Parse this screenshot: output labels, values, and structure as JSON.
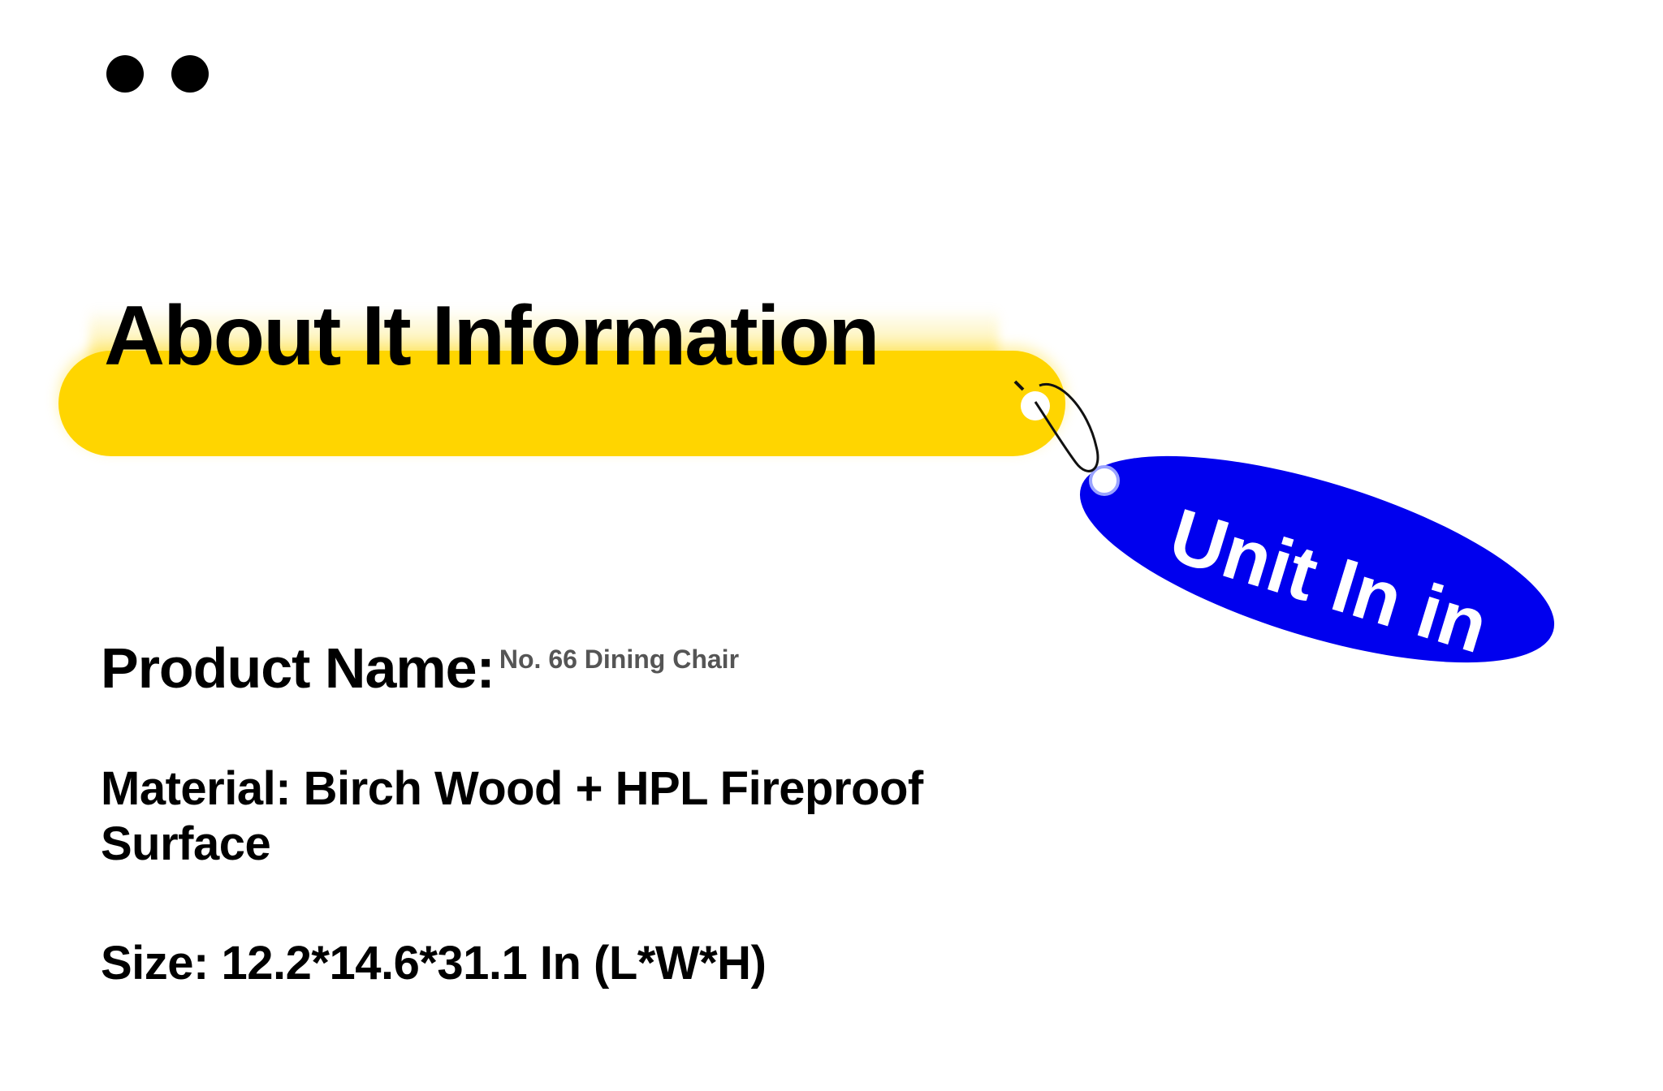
{
  "header": {
    "title": "About It Information"
  },
  "tag": {
    "label": "Unit In in"
  },
  "details": {
    "product_label": "Product Name:",
    "product_value": "No. 66 Dining Chair",
    "material": "Material: Birch Wood + HPL Fireproof Surface",
    "size": "Size: 12.2*14.6*31.1 In (L*W*H)"
  },
  "colors": {
    "highlight": "#ffd500",
    "tag": "#0000ee",
    "text": "#000000",
    "muted": "#555555"
  }
}
